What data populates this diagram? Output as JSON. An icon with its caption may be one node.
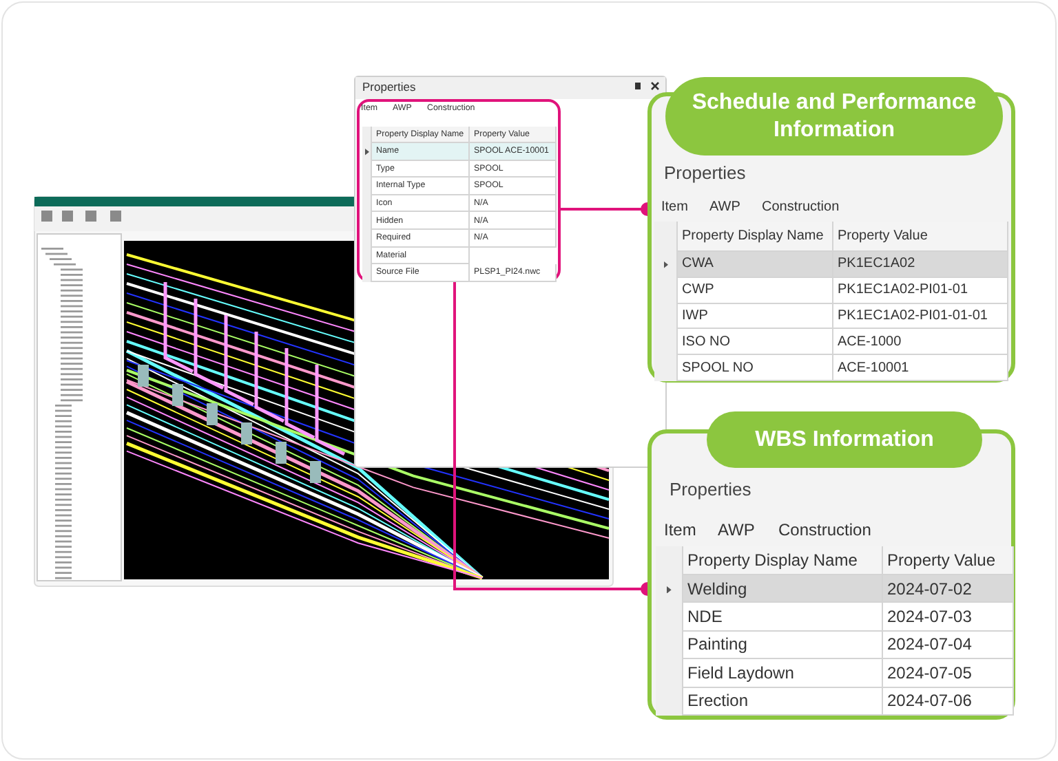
{
  "diagram": {
    "nodes": [
      {
        "text": [
          "Item",
          "AWP",
          "Construction",
          "Property Display Name",
          "Property Value",
          "Name",
          "SPOOL ACE-10001",
          "Type",
          "SPOOL",
          "Internal Type",
          "SPOOL",
          "Icon",
          "N/A",
          "Hidden",
          "N/A",
          "Required",
          "N/A",
          "Material",
          "Source File",
          "PLSP1_PI24.nwc"
        ]
      },
      {
        "text": [
          "Schedule and Performance Information",
          "Properties",
          "Item",
          "AWP",
          "Construction",
          "Property Display Name",
          "Property Value",
          "CWA",
          "PK1EC1A02",
          "CWP",
          "PK1EC1A02-PI01-01",
          "IWP",
          "PK1EC1A02-PI01-01-01",
          "ISO NO",
          "ACE-1000",
          "SPOOL NO",
          "ACE-10001"
        ]
      },
      {
        "text": [
          "WBS Information",
          "Properties",
          "Item",
          "AWP",
          "Construction",
          "Property Display Name",
          "Property Value",
          "Welding",
          "2024-07-02",
          "NDE",
          "2024-07-03",
          "Painting",
          "2024-07-04",
          "Field Laydown",
          "2024-07-05",
          "Erection",
          "2024-07-06"
        ]
      }
    ],
    "edges": [
      {
        "from": 0,
        "to": 1,
        "arrow": "other"
      },
      {
        "from": 0,
        "to": 2,
        "arrow": "other"
      }
    ],
    "labels": [
      "Properties"
    ]
  }
}
